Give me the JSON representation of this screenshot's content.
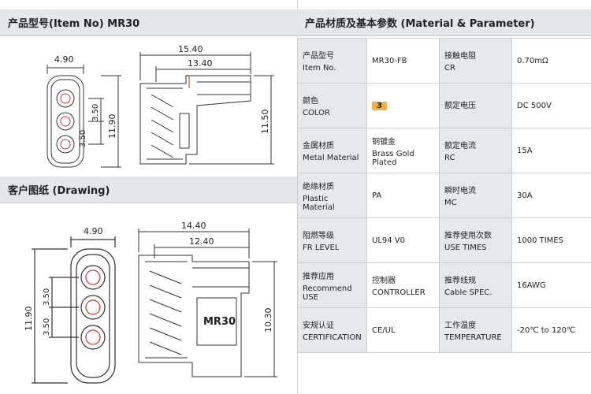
{
  "left": {
    "item_header": "产品型号(Item No)  MR30",
    "drawing_header": "客户图纸 (Drawing)",
    "drawing1": {
      "dim_total_len": "15.40",
      "dim_body_len": "13.40",
      "dim_width": "4.90",
      "dim_height": "11.90",
      "dim_pitch_top": "3.50",
      "dim_pitch_bot": "3.50",
      "dim_side_height": "11.50"
    },
    "drawing2": {
      "dim_total_len": "14.40",
      "dim_body_len": "12.40",
      "dim_width": "4.90",
      "dim_height": "11.90",
      "dim_pitch_top": "3.50",
      "dim_pitch_bot": "3.50",
      "dim_side_height": "10.30",
      "side_marking": "MR30"
    }
  },
  "right": {
    "header": "产品材质及基本参数 (Material & Parameter)",
    "rows": [
      {
        "l1_cn": "产品型号",
        "l1_en": "Item No.",
        "v1": "MR30-FB",
        "l2_cn": "接触电阻",
        "l2_en": "CR",
        "v2": "0.70mΩ"
      },
      {
        "l1_cn": "颜色",
        "l1_en": "COLOR",
        "v1": "3",
        "l2_cn": "额定电压",
        "l2_en": "",
        "v2": "DC 500V"
      },
      {
        "l1_cn": "金属材质",
        "l1_en": "Metal Material",
        "v1_cn": "铜镀金",
        "v1": "Brass Gold Plated",
        "l2_cn": "额定电流",
        "l2_en": "RC",
        "v2": "15A"
      },
      {
        "l1_cn": "绝缘材质",
        "l1_en": "Plastic Material",
        "v1": "PA",
        "l2_cn": "瞬时电流",
        "l2_en": "MC",
        "v2": "30A"
      },
      {
        "l1_cn": "阻燃等级",
        "l1_en": "FR LEVEL",
        "v1": "UL94 V0",
        "l2_cn": "推荐使用次数",
        "l2_en": "USE TIMES",
        "v2": "1000 TIMES"
      },
      {
        "l1_cn": "推荐应用",
        "l1_en": "Recommend USE",
        "v1_cn": "控制器",
        "v1": "CONTROLLER",
        "l2_cn": "推荐线规",
        "l2_en": "Cable SPEC.",
        "v2": "16AWG"
      },
      {
        "l1_cn": "安规认证",
        "l1_en": "CERTIFICATION",
        "v1": "CE/UL",
        "l2_cn": "工作温度",
        "l2_en": "TEMPERATURE",
        "v2": "-20℃ to 120℃"
      }
    ],
    "colors": {
      "badge": "#f2b13a",
      "label_bg": "#e5e9ed"
    }
  }
}
